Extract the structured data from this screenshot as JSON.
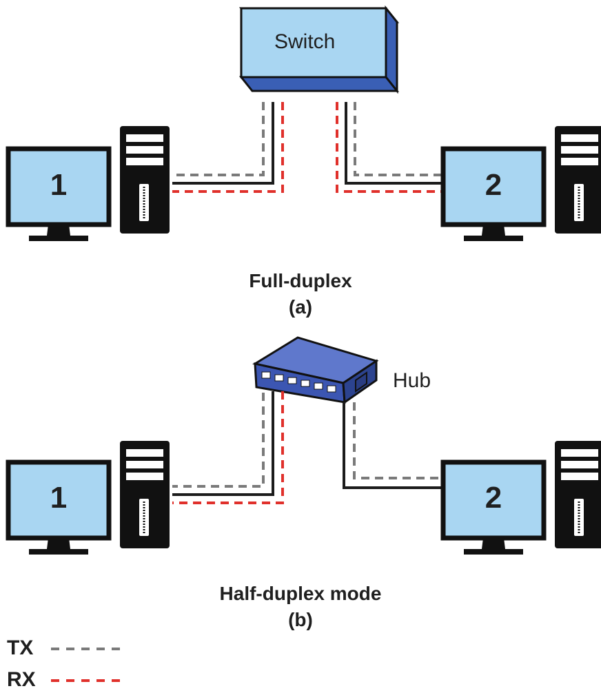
{
  "switch_label": "Switch",
  "hub_label": "Hub",
  "full_duplex": {
    "title": "Full-duplex",
    "letter": "(a)",
    "pc1": "1",
    "pc2": "2"
  },
  "half_duplex": {
    "title": "Half-duplex mode",
    "letter": "(b)",
    "pc1": "1",
    "pc2": "2"
  },
  "legend": {
    "tx": "TX",
    "rx": "RX"
  },
  "colors": {
    "tx_line": "#7a7a7a",
    "rx_line": "#e0302b",
    "cable": "#1c1c1c",
    "screen": "#a9d6f2",
    "switch_front": "#a9d6f2",
    "switch_side": "#3a5fb5",
    "hub_body": "#3c56b2",
    "tower": "#111111"
  }
}
